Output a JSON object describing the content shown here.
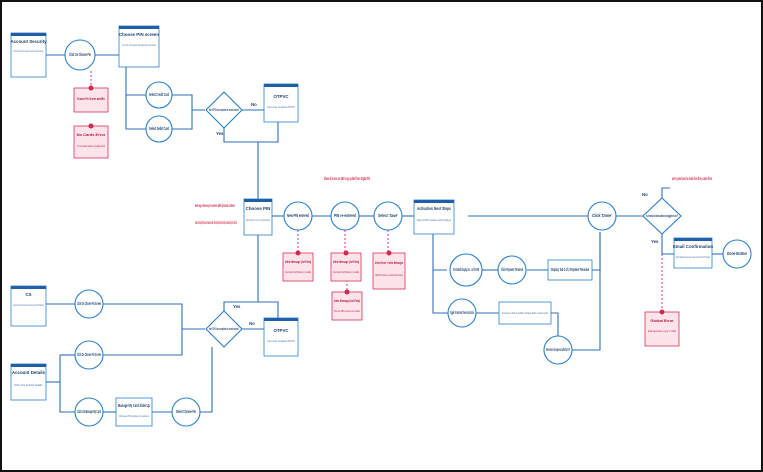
{
  "colors": {
    "accent": "#2a7fc9",
    "header": "#1f5fa8",
    "error": "#d0284f",
    "error_fill": "#fde4ea"
  },
  "cards": {
    "account_security": {
      "tag": "",
      "title": "Account Security",
      "body": "Choose PIN option from the card under section Credit Card category"
    },
    "choose_pin_screen": {
      "tag": "",
      "title": "Choose PIN screen",
      "body": "List of credit + debit card options with background from main-card view"
    },
    "otpvc_top": {
      "tag": "",
      "title": "OTPVC",
      "body": "User must complete OTPVC"
    },
    "choose_pin_center": {
      "tag": "",
      "title": "Choose PIN",
      "body": "Single Debit PIN card entry for all or a Change/Debit Card and PIN"
    },
    "activation_next_steps": {
      "tag": "",
      "title": "Activation Next Steps",
      "body": "Apply new PIN to activate. Confirm displayed"
    },
    "email_confirmation": {
      "tag": "",
      "title": "Email Confirmation",
      "body": "Email with info about the email sent with the PIN details"
    },
    "cs": {
      "tag": "",
      "title": "CS",
      "body": "Support and/or Renew / Replace PIN customers with 'Debit PIN Setup' link"
    },
    "account_details": {
      "tag": "",
      "title": "Account Details",
      "body": "PIN entry at debit details"
    },
    "otpvc_bottom": {
      "tag": "",
      "title": "OTPVC",
      "body": "User must complete OTPVC"
    }
  },
  "errors": {
    "choose_pin_alert": {
      "tag": "",
      "title": "Choose Pin Screen alert/Err",
      "body": ""
    },
    "no_cards_error": {
      "tag": "",
      "title": "No Cards Error",
      "body": "It's not possible, cards are not eligible to PIN"
    },
    "inline_msg_1": {
      "title": "Inline Message (1st Field)",
      "body": "Input field is left blank or is invalid"
    },
    "inline_msg_2": {
      "title": "Inline Message (1st Field)",
      "body": "Input field is left blank or is invalid"
    },
    "inline_msg_3": {
      "title": "Inline Message (2nd Field)",
      "body": "The two PIN inputs do not match"
    },
    "inline_errors": {
      "title": "Inline Errors + Inline Messages",
      "body": "Valid PIN is shown in a border field on Error"
    },
    "global_error": {
      "title": "Global Error",
      "body": "Email input field is empty or invalid"
    }
  },
  "circles": {
    "click_choose_pin": "Click On Choose Pin",
    "select_credit_card": "Select Credit Card",
    "select_debit_card": "Select Debit Card",
    "new_pin_entered": "New PIN entered",
    "pin_re_entered": "PIN re-entered",
    "select_save": "Select 'Save'",
    "on_default_display": "On Default Display No. 1 of 2 APIN",
    "click_payment_terminal": "Click Payment Terminal",
    "toggle_on_send": "Toggle On Send me These instructions",
    "click_done": "Click 'Done'",
    "done_button": "Done Button",
    "click_choose_pin_screen": "Click On Choose Pin Screen",
    "click_choose_pin_screen_2": "Click On Choose Pin Screen",
    "click_manage_my_card": "Click On Manage My Card",
    "select_choose_pin": "Select Choose Pin",
    "enter_email": "Enter email or change email pulled by ECIF"
  },
  "rects": {
    "display_tab": "Display Tab 2 of 2 Payment Terminal",
    "email_input": "Email Input field is prefilled. Display ECIF email if exists",
    "manage_card": "Manage My Card Slide Up",
    "manage_card_body": "Choose PIN option in actions"
  },
  "decisions": {
    "otpvc_top": "Has OTPVC been completed in current session?",
    "otpvc_bottom": "Has OTPVC been completed in current session?",
    "instructions": "Is email instructions toggled on?"
  },
  "labels": {
    "no": "No",
    "yes": "Yes"
  },
  "notes": {
    "show_errors": "Show all errors as UED copy pulled from Digital Pin",
    "leverage": "leverage choose pin screens with dynamic content.",
    "dynamic": "Dynamic area displays debit card account name and number - follow existing format for. Build cards in production today (list risk set in GID)",
    "user_goes_back": "user goes back to main flow they came from"
  }
}
